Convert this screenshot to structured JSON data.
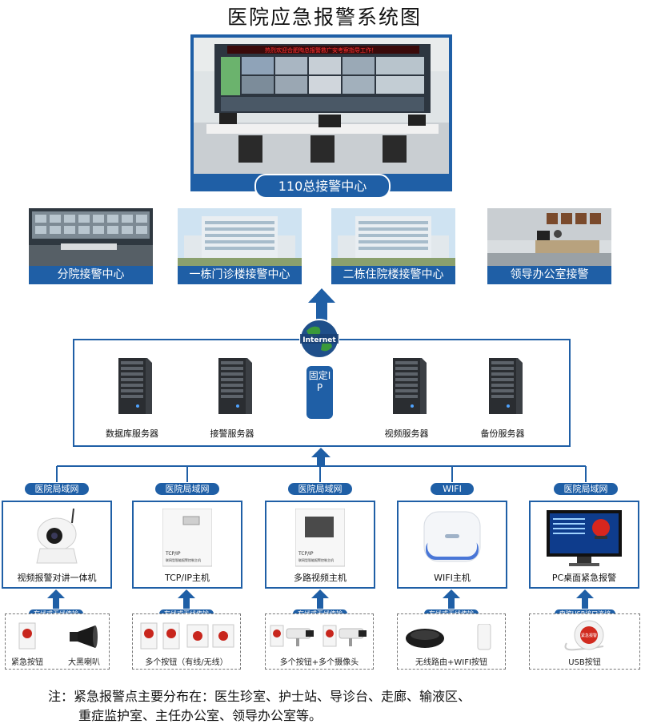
{
  "title": "医院应急报警系统图",
  "center": {
    "label": "110总接警中心",
    "banner": "热烈欢迎合肥陶总报警救广安考察指导工作！"
  },
  "stations": [
    {
      "label": "分院接警中心"
    },
    {
      "label": "一栋门诊楼接警中心"
    },
    {
      "label": "二栋住院楼接警中心"
    },
    {
      "label": "领导办公室接警"
    }
  ],
  "internet": "Internet",
  "fixed_ip": "固定IP",
  "servers": [
    {
      "label": "数据库服务器"
    },
    {
      "label": "接警服务器"
    },
    {
      "label": "视频服务器"
    },
    {
      "label": "备份服务器"
    }
  ],
  "networks": [
    "医院局域网",
    "医院局域网",
    "医院局域网",
    "WIFI",
    "医院局域网"
  ],
  "devices": [
    {
      "label": "视频报警对讲一体机"
    },
    {
      "label": "TCP/IP主机",
      "panel_title": "TCP/IP",
      "panel_sub": "联网型智能报警控制主机"
    },
    {
      "label": "多路视频主机",
      "panel_title": "TCP/IP",
      "panel_sub": "联网型智能报警控制主机"
    },
    {
      "label": "WIFI主机"
    },
    {
      "label": "PC桌面紧急报警"
    }
  ],
  "links": [
    "有线或无线传输",
    "有线或无线传输",
    "有线或无线传输",
    "有线或无线传输",
    "电脑USB接口连接"
  ],
  "terminals": [
    {
      "items": [
        "紧急按钮",
        "大黑喇叭"
      ]
    },
    {
      "items": [
        "多个按钮（有线/无线）"
      ]
    },
    {
      "items": [
        "多个按钮+多个摄像头"
      ]
    },
    {
      "items": [
        "无线路由+WIFI按钮"
      ]
    },
    {
      "items": [
        "USB按钮"
      ],
      "badge": "紧急报警"
    }
  ],
  "note": {
    "line1": "注：紧急报警点主要分布在：医生珍室、护士站、导诊台、走廊、输液区、",
    "line2": "重症监护室、主任办公室、领导办公室等。"
  },
  "colors": {
    "accent": "#1f5fa6",
    "background": "#ffffff"
  }
}
